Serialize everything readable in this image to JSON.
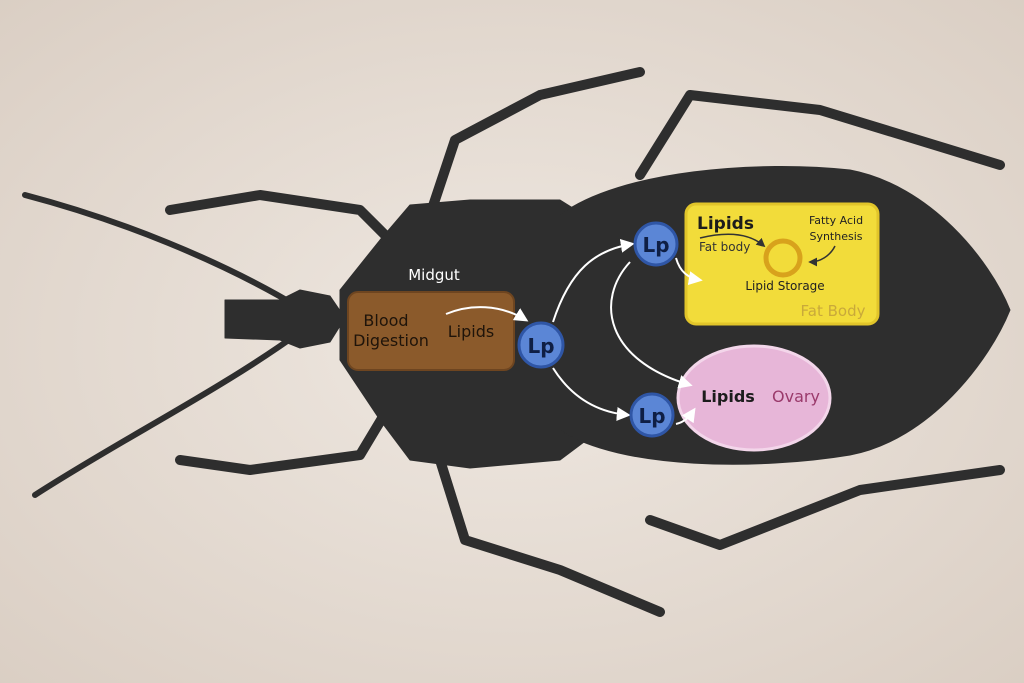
{
  "labels": {
    "midgut": "Midgut",
    "blood_digestion_line1": "Blood",
    "blood_digestion_line2": "Digestion",
    "midgut_lipids": "Lipids",
    "fat_body_lipids": "Lipids",
    "fat_body_inner": "Fat body",
    "fatty_acid_line1": "Fatty Acid",
    "fatty_acid_line2": "Synthesis",
    "lipid_storage": "Lipid Storage",
    "fat_body_title": "Fat Body",
    "ovary_lipids": "Lipids",
    "ovary_title": "Ovary"
  },
  "lipophorin_nodes": [
    {
      "label": "Lp"
    },
    {
      "label": "Lp"
    },
    {
      "label": "Lp"
    }
  ],
  "colors": {
    "background": "#e8dfd6",
    "insect_body": "#2e2e2e",
    "midgut_box": "#8b5a2b",
    "fat_body_box": "#f2dc3a",
    "ovary": "#e7b6d8",
    "lipophorin": "#5b86d6"
  }
}
